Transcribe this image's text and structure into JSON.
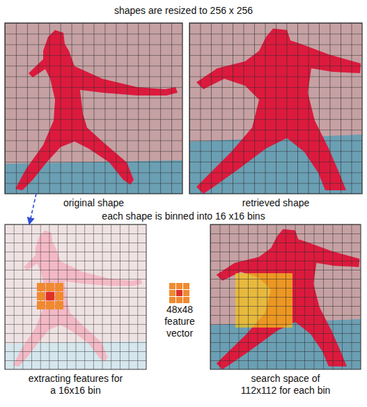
{
  "diagram": {
    "title": "shapes are resized to 256 x 256",
    "nodes": [
      {
        "text": [
          "original shape"
        ]
      },
      {
        "text": [
          "retrieved shape"
        ]
      },
      {
        "text": [
          "extracting features for a 16x16 bin"
        ]
      },
      {
        "text": [
          "48x48 feature vector"
        ]
      },
      {
        "text": [
          "search space of 112x112 for each bin"
        ]
      }
    ],
    "edges": [
      {
        "from": 0,
        "to": 2,
        "arrow": "to"
      }
    ],
    "labels": [
      "each shape is binned into 16 x16 bins"
    ]
  }
}
